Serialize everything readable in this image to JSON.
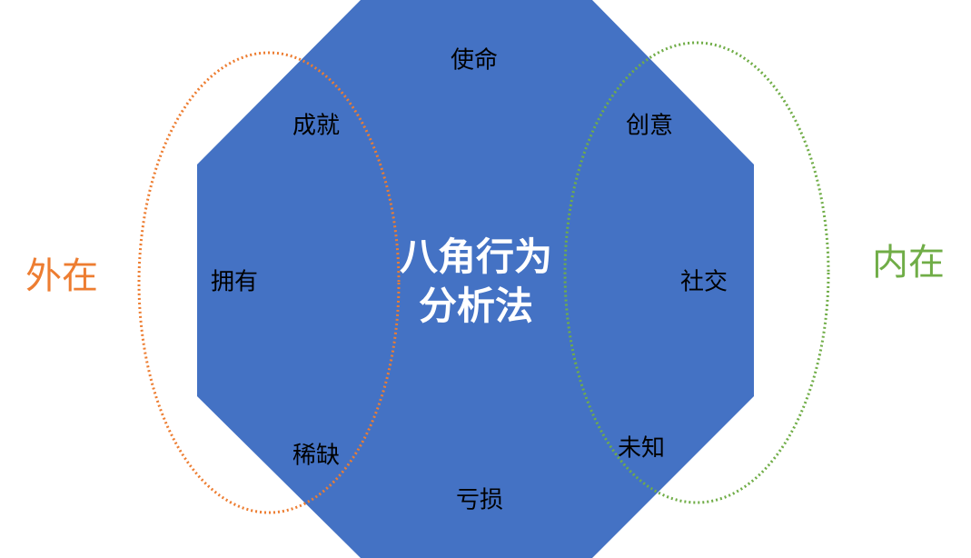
{
  "title": "八角行为分析法",
  "title_lines": [
    "八角行为",
    "分析法"
  ],
  "drives": {
    "top": "使命",
    "top_left": "成就",
    "left": "拥有",
    "bottom_left": "稀缺",
    "bottom": "亏损",
    "bottom_right": "未知",
    "right": "社交",
    "top_right": "创意"
  },
  "groups": {
    "left": {
      "label": "外在",
      "color": "#ED7D31"
    },
    "right": {
      "label": "内在",
      "color": "#70AD47"
    }
  },
  "colors": {
    "octagon": "#4472C4"
  }
}
